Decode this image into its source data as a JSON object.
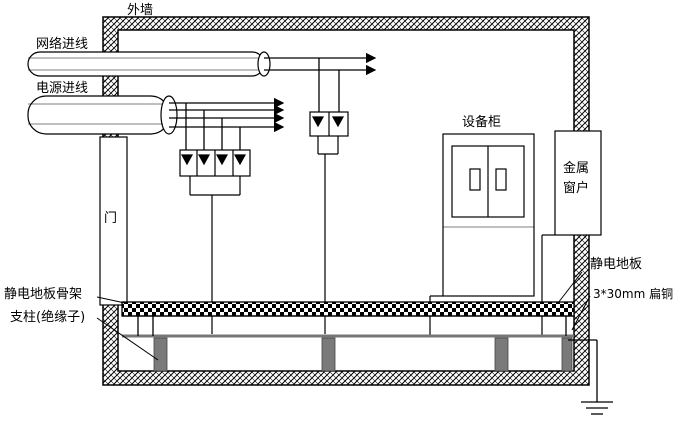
{
  "labels": {
    "outer_wall": "外墙",
    "network_line": "网络进线",
    "power_line": "电源进线",
    "door": "门",
    "equipment_cabinet": "设备柜",
    "metal_window_1": "金属",
    "metal_window_2": "窗户",
    "floor_frame": "静电地板骨架",
    "support_post": "支柱(绝缘子)",
    "static_floor": "静电地板",
    "copper_strip": "3*30mm 扁铜"
  }
}
